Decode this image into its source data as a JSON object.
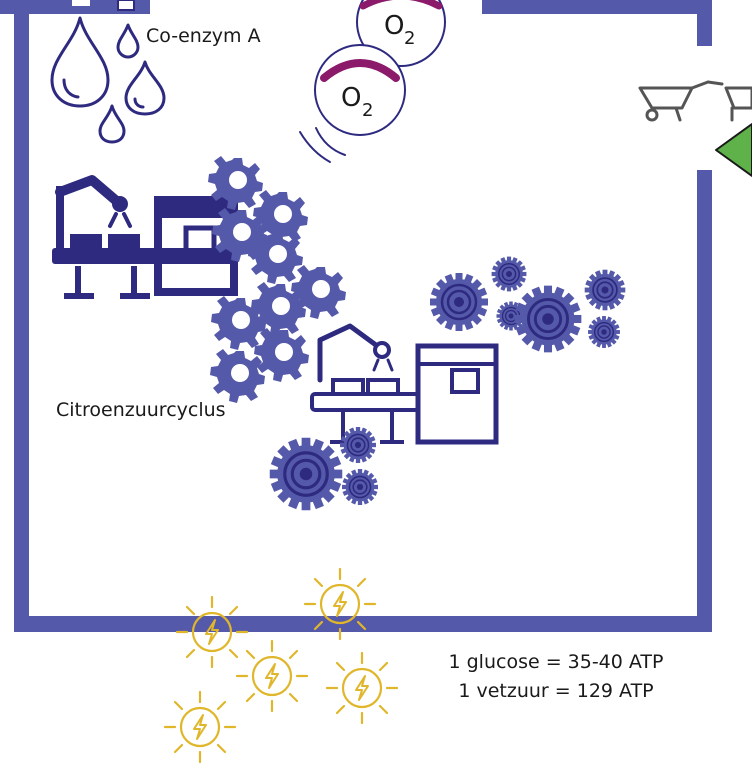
{
  "labels": {
    "coenzym": "Co-enzym A",
    "citroenzuurcyclus": "Citroenzuurcyclus",
    "oxygen_symbol": "O",
    "oxygen_subscript": "2"
  },
  "atp_info": [
    "1 glucose = 35-40 ATP",
    "1 vetzuur = 129 ATP"
  ],
  "colors": {
    "membrane": "#5559a9",
    "machine": "#2d2a80",
    "gear": "#5559a9",
    "gear_dark": "#2d2a80",
    "oxygen_arc": "#8c1a6a",
    "energy": "#e0b62a",
    "arrow": "#5fb24a",
    "cart": "#555555"
  }
}
